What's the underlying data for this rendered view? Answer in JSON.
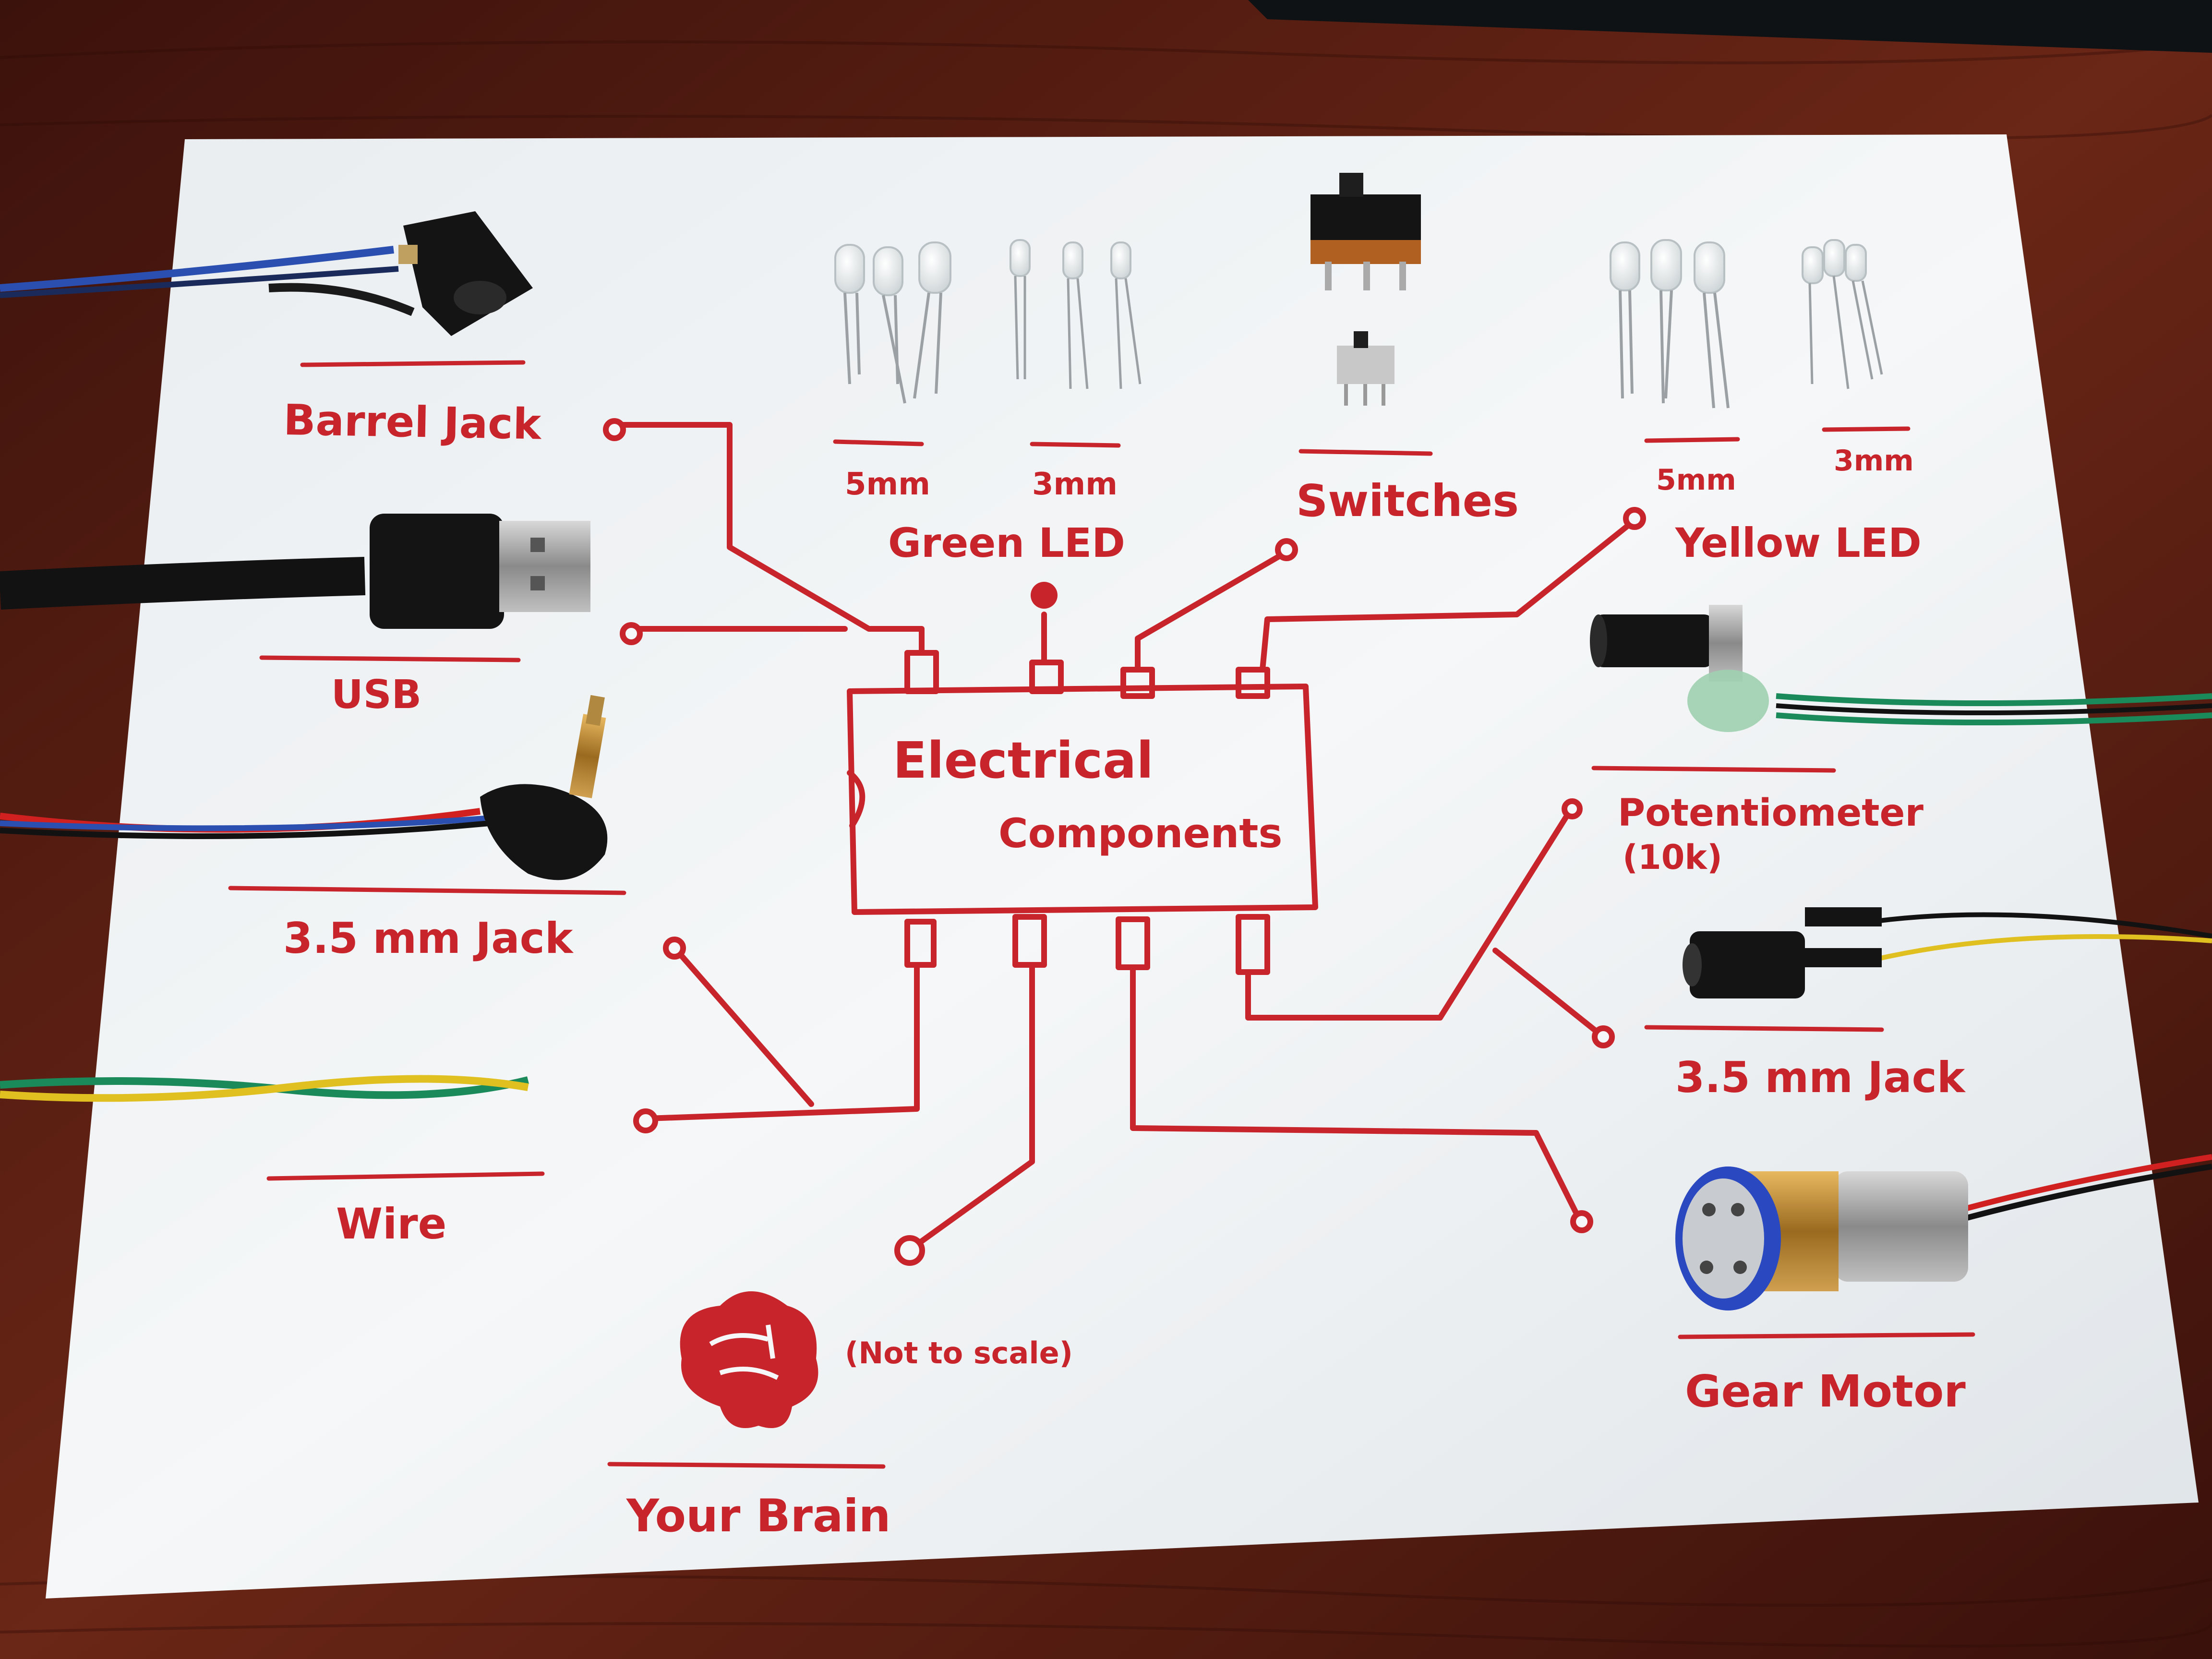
{
  "colors": {
    "ink": "#c8242b",
    "paper": "#f2f4f5",
    "table": "#5a1e14",
    "plastic_black": "#141414",
    "wire_blue": "#2a4fb0",
    "wire_red": "#d02020",
    "wire_green": "#1a8a5a",
    "wire_yellow": "#e0c020"
  },
  "chip": {
    "title_line1": "Electrical",
    "title_line2": "Components"
  },
  "labels": {
    "barrel_jack": "Barrel Jack",
    "usb": "USB",
    "jack_left": "3.5 mm Jack",
    "wire": "Wire",
    "green_led": "Green LED",
    "green_size_1": "5mm",
    "green_size_2": "3mm",
    "switches": "Switches",
    "yellow_led": "Yellow LED",
    "yellow_size_1": "5mm",
    "yellow_size_2": "3mm",
    "potentiometer": "Potentiometer",
    "pot_value": "(10k)",
    "jack_right": "3.5 mm Jack",
    "gear_motor": "Gear Motor",
    "your_brain": "Your Brain",
    "not_to_scale": "(Not to scale)"
  },
  "icons": [
    "brain-icon",
    "barrel-jack-icon",
    "usb-plug-icon",
    "audio-jack-icon",
    "led-icon",
    "slide-switch-icon",
    "potentiometer-icon",
    "gear-motor-icon"
  ]
}
